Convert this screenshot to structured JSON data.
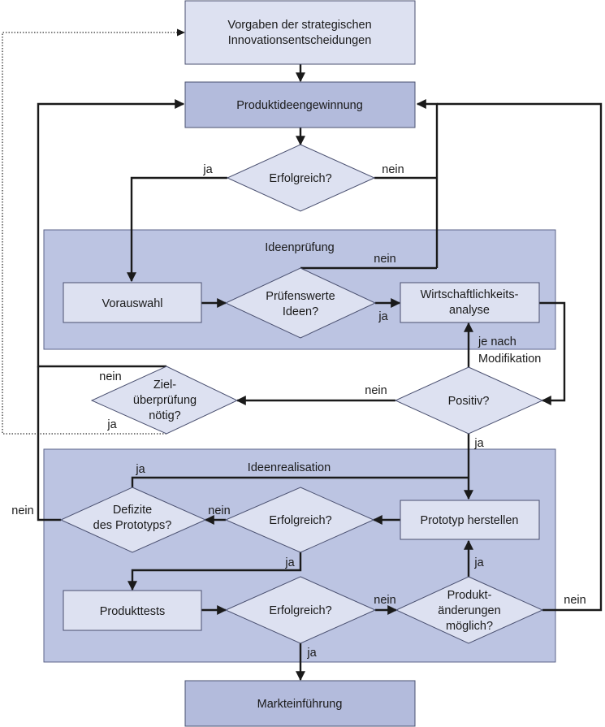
{
  "regions": {
    "ideenpruefung": "Ideenprüfung",
    "ideenrealisation": "Ideenrealisation"
  },
  "nodes": {
    "vorgaben": [
      "Vorgaben der strategischen",
      "Innovationsentscheidungen"
    ],
    "produktideengewinnung": "Produktideengewinnung",
    "erfolgreich_1": "Erfolgreich?",
    "vorauswahl": "Vorauswahl",
    "pruefenswerte": [
      "Prüfenswerte",
      "Ideen?"
    ],
    "wirtschaftlichkeit": [
      "Wirtschaftlichkeits-",
      "analyse"
    ],
    "positiv": "Positiv?",
    "zielueberpruefung": [
      "Ziel-",
      "überprüfung",
      "nötig?"
    ],
    "prototyp_herstellen": "Prototyp herstellen",
    "erfolgreich_2": "Erfolgreich?",
    "defizite": [
      "Defizite",
      "des Prototyps?"
    ],
    "produkttests": "Produkttests",
    "erfolgreich_3": "Erfolgreich?",
    "produktaenderungen": [
      "Produkt-",
      "änderungen",
      "möglich?"
    ],
    "markteinfuehrung": "Markteinführung"
  },
  "labels": {
    "ja": "ja",
    "nein": "nein",
    "je_nach": "je nach",
    "modifikation": "Modifikation"
  }
}
